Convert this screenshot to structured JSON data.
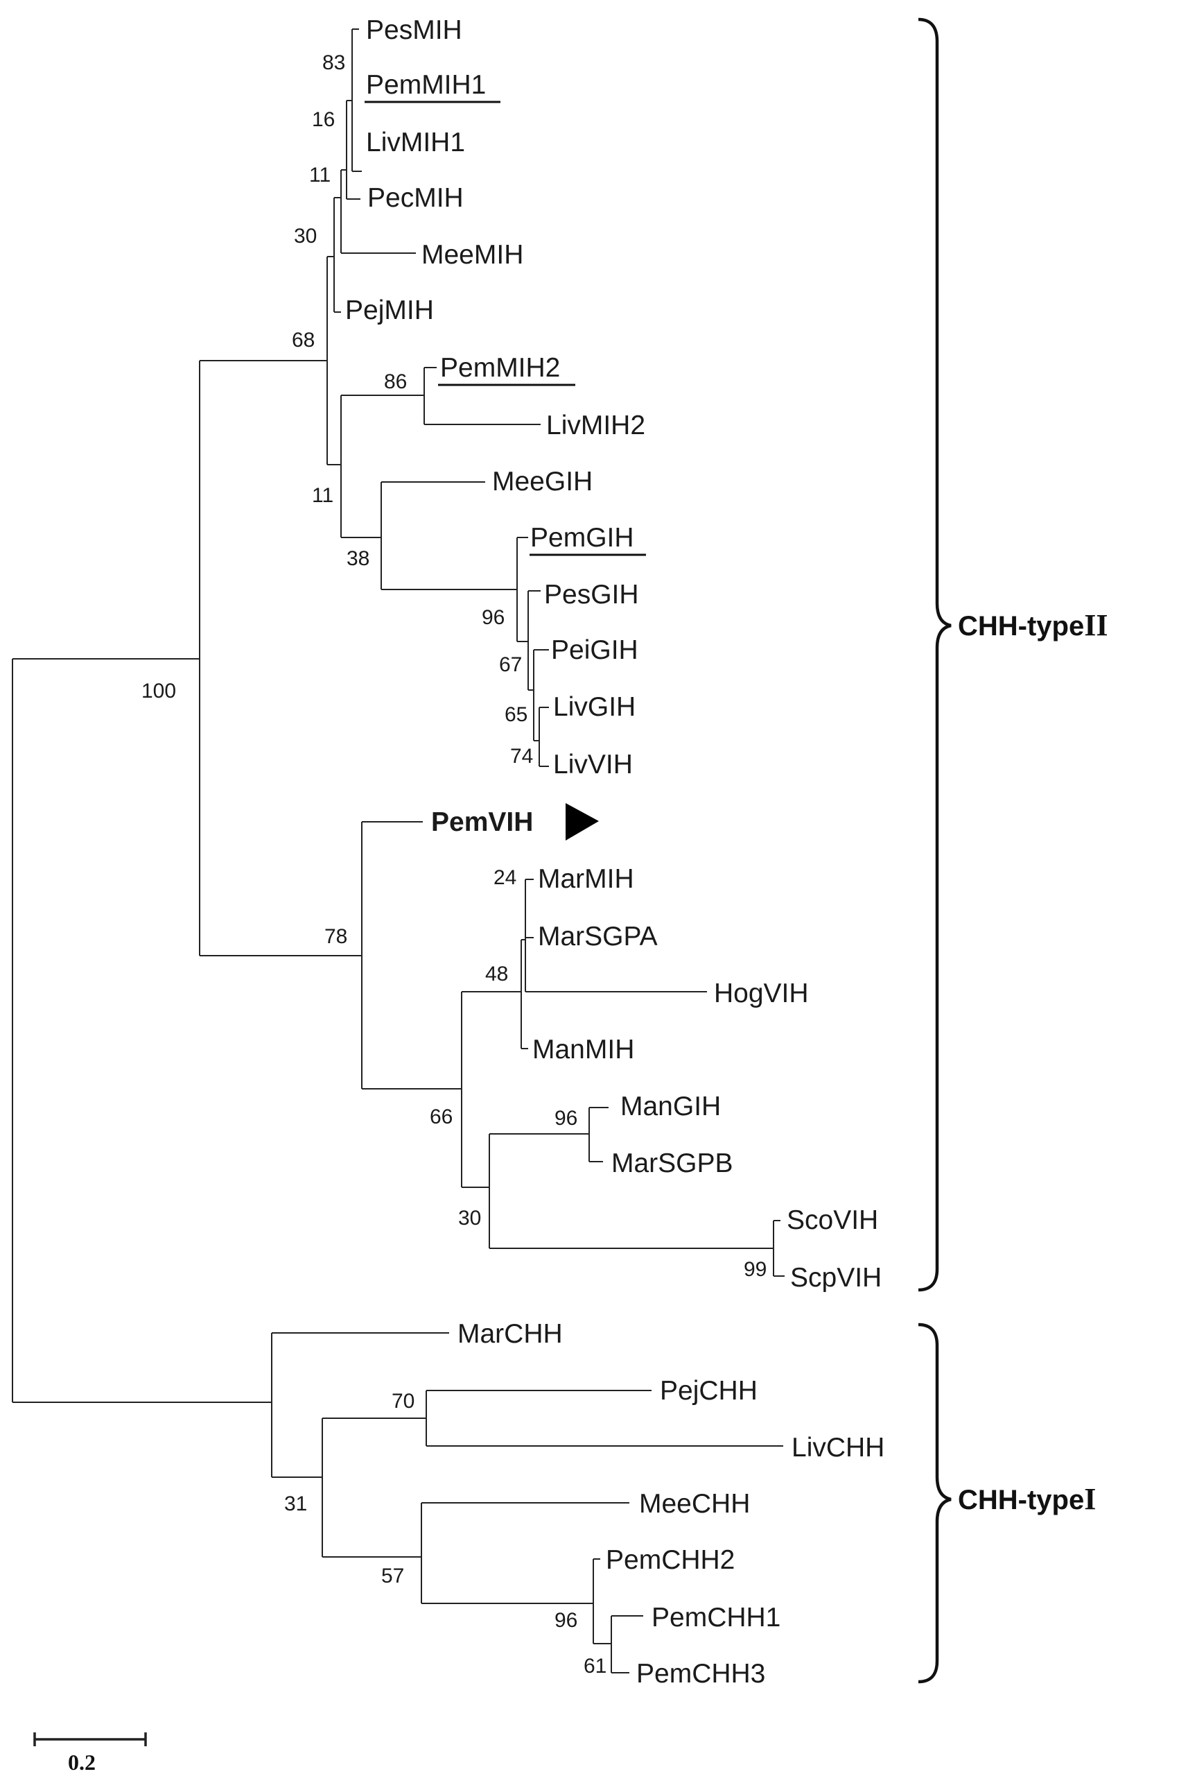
{
  "leaves": [
    "PesMIH",
    "PemMIH1",
    "LivMIH1",
    "PecMIH",
    "MeeMIH",
    "PejMIH",
    "PemMIH2",
    "LivMIH2",
    "MeeGIH",
    "PemGIH",
    "PesGIH",
    "PeiGIH",
    "LivGIH",
    "LivVIH",
    "PemVIH",
    "MarMIH",
    "MarSGPA",
    "HogVIH",
    "ManMIH",
    "ManGIH",
    "MarSGPB",
    "ScoVIH",
    "ScpVIH",
    "MarCHH",
    "PejCHH",
    "LivCHH",
    "MeeCHH",
    "PemCHH2",
    "PemCHH1",
    "PemCHH3"
  ],
  "highlighted_leaf": "PemVIH",
  "underlined_leaves": [
    "PemMIH1",
    "PemMIH2",
    "PemGIH"
  ],
  "bootstrap": [
    "83",
    "16",
    "11",
    "30",
    "68",
    "86",
    "11",
    "38",
    "96",
    "67",
    "65",
    "74",
    "100",
    "78",
    "24",
    "48",
    "66",
    "96",
    "30",
    "99",
    "70",
    "31",
    "57",
    "96",
    "61"
  ],
  "clades": [
    {
      "name": "CHH-type",
      "numeral": "II"
    },
    {
      "name": "CHH-type",
      "numeral": "I"
    }
  ],
  "scale_bar": {
    "label": "0.2"
  },
  "colors": {
    "line": "#222222",
    "text": "#1a1a1a",
    "background": "#ffffff"
  }
}
